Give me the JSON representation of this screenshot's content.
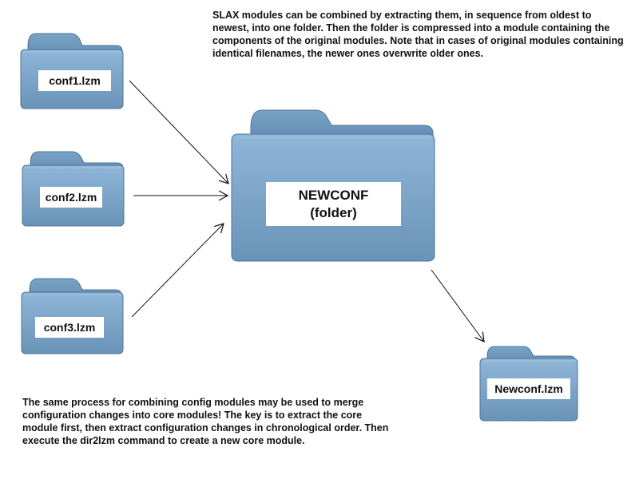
{
  "notes": {
    "top": "SLAX modules can be combined by extracting them, in sequence from oldest to newest, into one folder.  Then the folder is compressed into a module containing the components of the original modules.  Note that in cases of  original modules containing identical filenames, the newer ones overwrite older ones.",
    "bottom": "The same process for combining config modules may be used to merge configuration changes into core modules!  The key is to extract the core module first, then extract configuration changes in chronological order.  Then execute the dir2lzm command to create a new core module."
  },
  "modules": [
    {
      "label": "conf1.lzm",
      "icon": "folder-icon"
    },
    {
      "label": "conf2.lzm",
      "icon": "folder-icon"
    },
    {
      "label": "conf3.lzm",
      "icon": "folder-icon"
    }
  ],
  "target_folder": {
    "line1": "NEWCONF",
    "line2": "(folder)",
    "icon": "folder-icon"
  },
  "output_module": {
    "label": "Newconf.lzm",
    "icon": "folder-icon"
  },
  "colors": {
    "folder_body": "#78a2c6",
    "folder_tab": "#6e98bd",
    "folder_edge": "#4d7596",
    "arrow": "#111111",
    "text": "#111111"
  }
}
